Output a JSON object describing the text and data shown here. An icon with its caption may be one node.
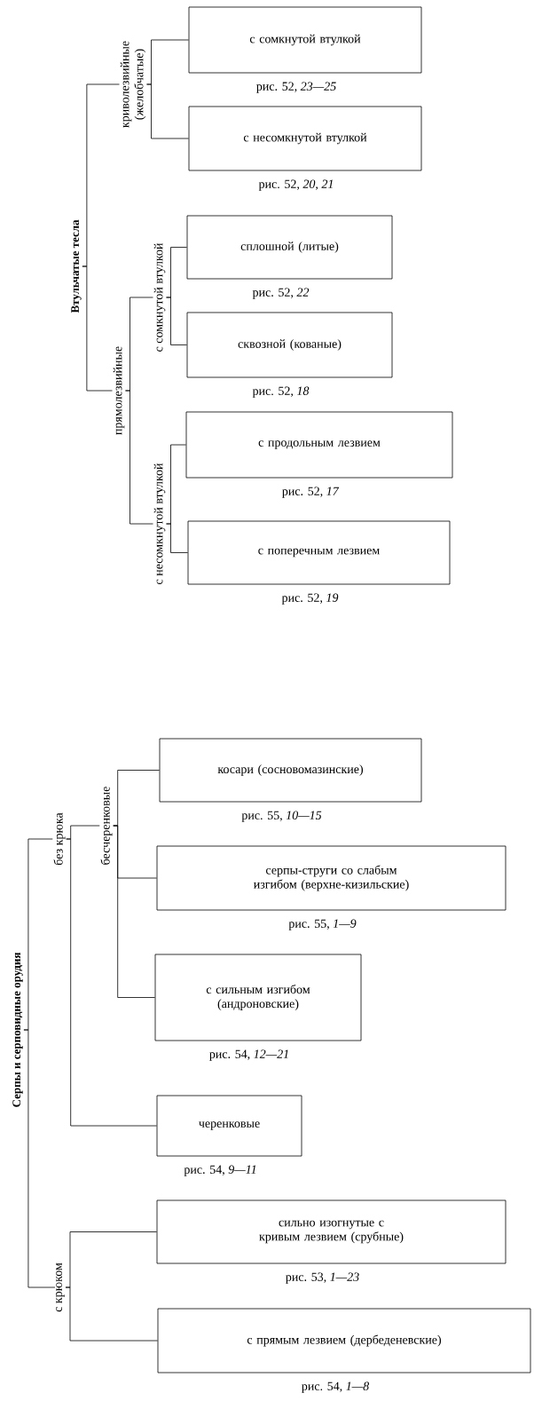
{
  "diagram": {
    "nodes": [
      {
        "text": [
          "Втульчатые тесла"
        ]
      },
      {
        "text": [
          "криволезвийные (желобчатые)"
        ]
      },
      {
        "text": [
          "с сомкнутой втулкой"
        ],
        "beside": [
          "рис. 52, *23—25*"
        ]
      },
      {
        "text": [
          "с несомкнутой втулкой"
        ],
        "beside": [
          "рис. 52, *20*, *21*"
        ]
      },
      {
        "text": [
          "прямолезвийные"
        ]
      },
      {
        "text": [
          "с сомкнутой втулкой"
        ]
      },
      {
        "text": [
          "сплошной (литые)"
        ],
        "beside": [
          "рис. 52, *22*"
        ]
      },
      {
        "text": [
          "сквозной (кованые)"
        ],
        "beside": [
          "рис. 52, *18*"
        ]
      },
      {
        "text": [
          "с несомкнутой втулкой"
        ]
      },
      {
        "text": [
          "с продольным лезвием"
        ],
        "beside": [
          "рис. 52, *17*"
        ]
      },
      {
        "text": [
          "с поперечным лезвием"
        ],
        "beside": [
          "рис. 52, *19*"
        ]
      },
      {
        "text": [
          "Серпы и серповидные орудия"
        ]
      },
      {
        "text": [
          "без крюка"
        ]
      },
      {
        "text": [
          "бесчеренковые"
        ]
      },
      {
        "text": [
          "косари (сосновомазинские)"
        ],
        "beside": [
          "рис. 55, *10—15*"
        ]
      },
      {
        "text": [
          "серпы-струги со слабым изгибом (верхне-кизильские)"
        ],
        "beside": [
          "рис. 55, *1—9*"
        ]
      },
      {
        "text": [
          "с сильным изгибом (андроновские)"
        ],
        "beside": [
          "рис. 54, *12—21*"
        ]
      },
      {
        "text": [
          "черенковые"
        ],
        "beside": [
          "рис. 54, *9—11*"
        ]
      },
      {
        "text": [
          "с крюком"
        ]
      },
      {
        "text": [
          "сильно изогнутые с кривым лезвием (срубные)"
        ],
        "beside": [
          "рис. 53, *1—23*"
        ]
      },
      {
        "text": [
          "с прямым лезвием (дербеденевские)"
        ],
        "beside": [
          "рис. 54, *1—8*"
        ]
      }
    ],
    "edges": [
      {
        "from": 0,
        "to": 1,
        "arrow": "none"
      },
      {
        "from": 0,
        "to": 4,
        "arrow": "none"
      },
      {
        "from": 1,
        "to": 2,
        "arrow": "none"
      },
      {
        "from": 1,
        "to": 3,
        "arrow": "none"
      },
      {
        "from": 4,
        "to": 5,
        "arrow": "none"
      },
      {
        "from": 4,
        "to": 8,
        "arrow": "none"
      },
      {
        "from": 5,
        "to": 6,
        "arrow": "none"
      },
      {
        "from": 5,
        "to": 7,
        "arrow": "none"
      },
      {
        "from": 8,
        "to": 9,
        "arrow": "none"
      },
      {
        "from": 8,
        "to": 10,
        "arrow": "none"
      },
      {
        "from": 11,
        "to": 12,
        "arrow": "none"
      },
      {
        "from": 11,
        "to": 18,
        "arrow": "none"
      },
      {
        "from": 12,
        "to": 13,
        "arrow": "none"
      },
      {
        "from": 12,
        "to": 17,
        "arrow": "none"
      },
      {
        "from": 13,
        "to": 14,
        "arrow": "none"
      },
      {
        "from": 13,
        "to": 15,
        "arrow": "none"
      },
      {
        "from": 13,
        "to": 16,
        "arrow": "none"
      },
      {
        "from": 18,
        "to": 19,
        "arrow": "none"
      },
      {
        "from": 18,
        "to": 20,
        "arrow": "none"
      }
    ]
  }
}
